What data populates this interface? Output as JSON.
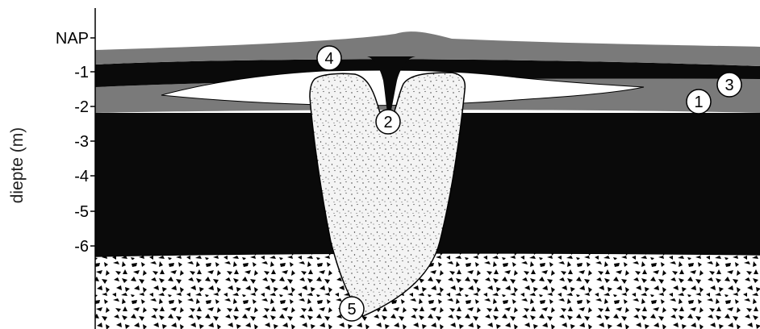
{
  "diagram": {
    "axis_title": "diepte (m)",
    "tick_labels": [
      "NAP",
      "-1",
      "-2",
      "-3",
      "-4",
      "-5",
      "-6"
    ],
    "markers": [
      "1",
      "2",
      "3",
      "4",
      "5"
    ],
    "colors": {
      "grey_layer": "#7a7a7a",
      "dark_layer": "#0a0a0a",
      "fill_white": "#ffffff",
      "stipple_fill": "#f3f3f3"
    }
  }
}
